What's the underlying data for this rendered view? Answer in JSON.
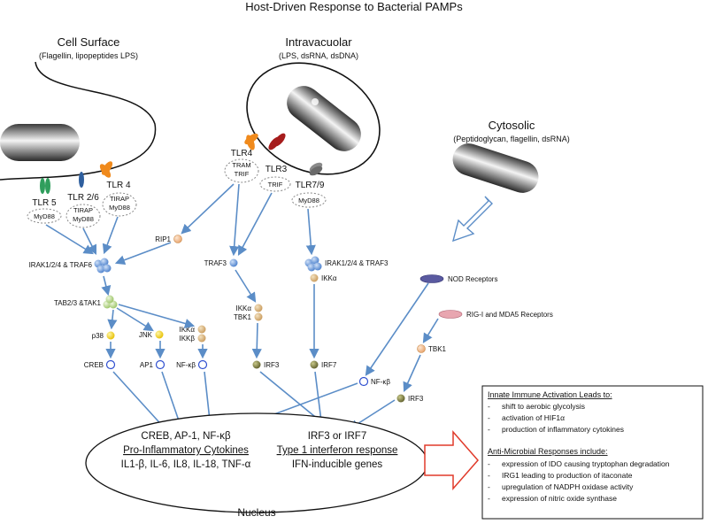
{
  "title": "Host-Driven Response to Bacterial PAMPs",
  "regions": {
    "cell_surface": {
      "title": "Cell Surface",
      "subtitle": "(Flagellin, lipopeptides LPS)"
    },
    "intravacuolar": {
      "title": "Intravacuolar",
      "subtitle": "(LPS, dsRNA, dsDNA)"
    },
    "cytosolic": {
      "title": "Cytosolic",
      "subtitle": "(Peptidoglycan, flagellin, dsRNA)"
    }
  },
  "receptors": {
    "tlr5": {
      "name": "TLR 5",
      "adaptor1": "MyD88"
    },
    "tlr26": {
      "name": "TLR 2/6",
      "adaptor1": "TIRAP",
      "adaptor2": "MyD88"
    },
    "tlr4_surface": {
      "name": "TLR 4",
      "adaptor1": "TIRAP",
      "adaptor2": "MyD88"
    },
    "tlr4_vac": {
      "name": "TLR4",
      "adaptor1": "TRAM",
      "adaptor2": "TRIF"
    },
    "tlr3": {
      "name": "TLR3",
      "adaptor1": "TRIF"
    },
    "tlr79": {
      "name": "TLR7/9",
      "adaptor1": "MyD88"
    }
  },
  "nodes": {
    "rip1": "RIP1",
    "irak_traf6": "IRAK1/2/4 & TRAF6",
    "tab_tak1": "TAB2/3 &TAK1",
    "p38": "p38",
    "jnk": "JNK",
    "ikka": "IKKα",
    "ikkb": "IKKβ",
    "creb": "CREB",
    "ap1": "AP1",
    "nfkb_left": "NF-κβ",
    "traf3": "TRAF3",
    "ikka_mid": "IKKα",
    "tbk1_mid": "TBK1",
    "irf3_mid": "IRF3",
    "irak_traf3": "IRAK1/2/4 & TRAF3",
    "ikka_right": "IKKα",
    "irf7": "IRF7",
    "nod": "NOD Receptors",
    "rig": "RIG-I and MDA5 Receptors",
    "tbk1_right": "TBK1",
    "nfkb_right": "NF-κβ",
    "irf3_right": "IRF3"
  },
  "nucleus": {
    "label": "Nucleus",
    "left_line1": "CREB, AP-1, NF-κβ",
    "left_line2": "Pro-Inflammatory Cytokines",
    "left_line3": "IL1-β, IL-6, IL8, IL-18, TNF-α",
    "right_line1": "IRF3 or IRF7",
    "right_line2": "Type 1 interferon response",
    "right_line3": "IFN-inducible genes"
  },
  "outcomes": {
    "innate_heading": "Innate Immune Activation Leads to:",
    "innate_items": [
      "shift to aerobic glycolysis",
      "activation of HIF1α",
      "production of inflammatory cytokines"
    ],
    "antimicrobial_heading": "Anti-Microbial Responses include:",
    "antimicrobial_items": [
      "expression of IDO causing tryptophan degradation",
      "IRG1 leading to production of itaconate",
      "upregulation of NADPH oxidase activity",
      "expression of nitric oxide synthase"
    ],
    "bullet": "-"
  },
  "colors": {
    "arrow": "#5b8dc7",
    "tlr5": "#2f9e5c",
    "tlr26": "#2f5f9e",
    "tlr4": "#f08a1c",
    "tlr3": "#a61c1c",
    "tlr79": "#8a8a8a",
    "node_blue": "#5b8fd6",
    "node_peach": "#f2b98a",
    "node_tan": "#d9b27a",
    "node_green": "#b9d98a",
    "node_yellow": "#f5d000",
    "node_olive": "#7a7a3a",
    "nod": "#5a5aa0",
    "rig": "#e8a6b0",
    "big_arrow": "#e03a2a"
  }
}
